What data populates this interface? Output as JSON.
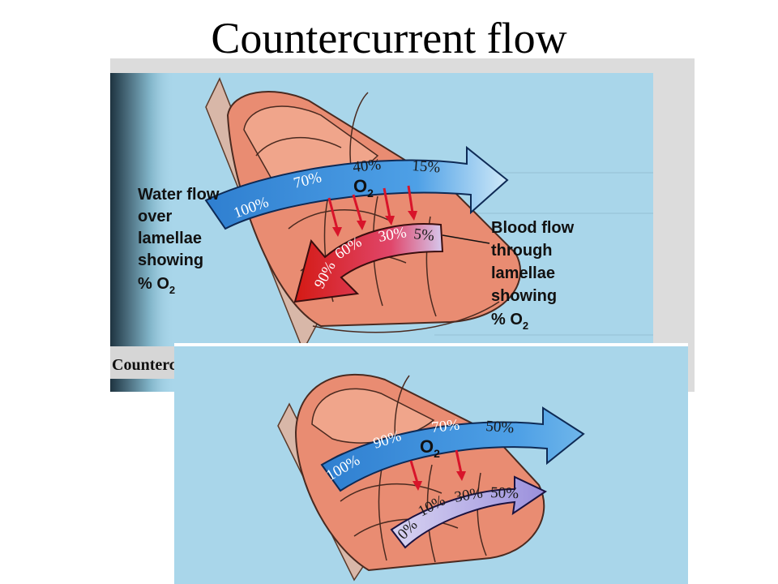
{
  "title": "Countercurrent flow",
  "top_panel": {
    "left_label_lines": [
      "Water flow",
      "over",
      "lamellae",
      "showing"
    ],
    "left_label_o2": "% O",
    "right_label_lines": [
      "Blood flow",
      "through",
      "lamellae",
      "showing"
    ],
    "right_label_o2": "% O",
    "o2_label": "O",
    "subscript": "2",
    "water_values": [
      "100%",
      "70%",
      "40%",
      "15%"
    ],
    "blood_values": [
      "90%",
      "60%",
      "30%",
      "5%"
    ],
    "caption_fragment": "Countercur",
    "colors": {
      "water_arrow": "#3f8fd8",
      "blood_arrow": "#d81e1e",
      "panel_bg": "#a9d6ea",
      "tissue": "#e98c72"
    }
  },
  "bottom_panel": {
    "o2_label": "O",
    "subscript": "2",
    "water_values": [
      "100%",
      "90%",
      "70%",
      "50%"
    ],
    "blood_values": [
      "0%",
      "10%",
      "30%",
      "50%"
    ],
    "colors": {
      "water_arrow": "#3f8fd8",
      "blood_arrow": "#b9b3e6",
      "panel_bg": "#a9d6ea"
    }
  }
}
